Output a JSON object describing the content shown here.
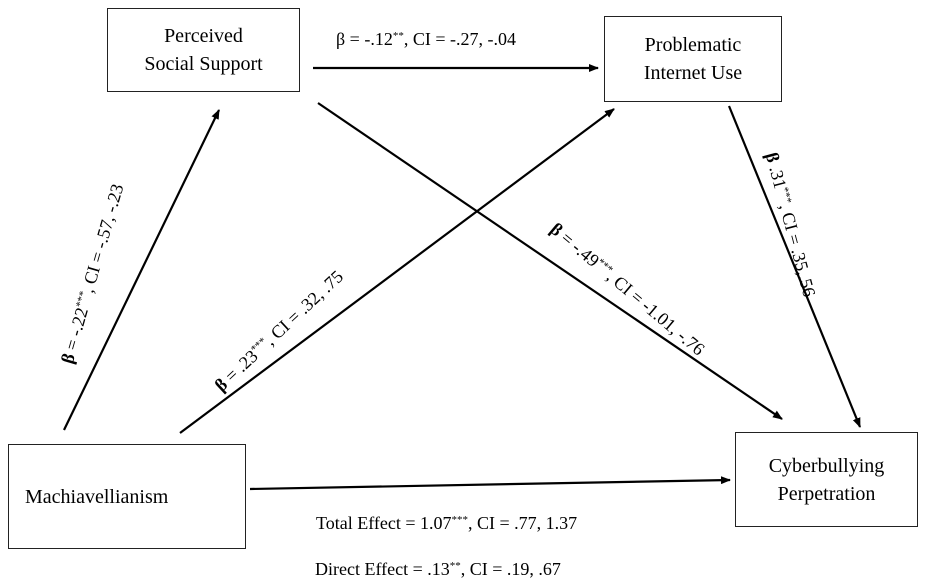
{
  "nodes": {
    "perceived_social_support": [
      "Perceived",
      "Social Support"
    ],
    "problematic_internet_use": [
      "Problematic",
      "Internet Use"
    ],
    "machiavellianism": [
      "Machiavellianism"
    ],
    "cyberbullying_perpetration": [
      "Cyberbullying",
      "Perpetration"
    ]
  },
  "paths": {
    "pss_to_piu": {
      "beta_symbol": "β",
      "beta": " = -.12",
      "stars": "**",
      "ci": ", CI = -.27, -.04"
    },
    "mach_to_pss": {
      "beta_symbol": "β",
      "beta": " = -.22",
      "stars": "***",
      "ci": ", CI = -.57, -.23"
    },
    "mach_to_piu": {
      "beta_symbol": "β",
      "beta": " = .23",
      "stars": "***",
      "ci": ", CI = .32, .75"
    },
    "pss_to_cyber": {
      "beta_symbol": "β",
      "beta": " = -.49",
      "stars": "***",
      "ci": ", CI = -1.01, -.76"
    },
    "piu_to_cyber": {
      "beta_symbol": "β",
      "beta": " .31",
      "stars": "***",
      "ci": ", CI = .35,.56"
    }
  },
  "effects": {
    "total": {
      "label": "Total Effect = 1.07",
      "stars": "***",
      "ci": ", CI = .77, 1.37"
    },
    "direct": {
      "label": "Direct Effect = .13",
      "stars": "**",
      "ci": ", CI = .19, .67"
    }
  },
  "colors": {
    "line": "#000000",
    "box_border": "#222222",
    "background": "#ffffff"
  }
}
